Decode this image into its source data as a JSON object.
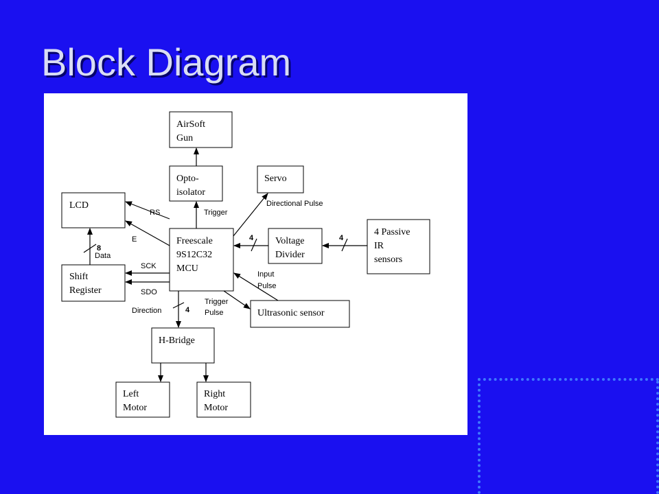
{
  "slide": {
    "title": "Block Diagram"
  },
  "blocks": {
    "airsoft_gun": [
      "AirSoft",
      "Gun"
    ],
    "opto_isolator": [
      "Opto-",
      "isolator"
    ],
    "servo": [
      "Servo"
    ],
    "lcd": [
      "LCD"
    ],
    "mcu": [
      "Freescale",
      "9S12C32",
      "MCU"
    ],
    "voltage_divider": [
      "Voltage",
      "Divider"
    ],
    "ir_sensors": [
      "4 Passive",
      "IR",
      "sensors"
    ],
    "shift_register": [
      "Shift",
      "Register"
    ],
    "ultrasonic_sensor": [
      "Ultrasonic sensor"
    ],
    "h_bridge": [
      "H-Bridge"
    ],
    "left_motor": [
      "Left",
      "Motor"
    ],
    "right_motor": [
      "Right",
      "Motor"
    ]
  },
  "edge_labels": {
    "rs": "RS",
    "e": "E",
    "trigger": "Trigger",
    "directional_pulse": "Directional Pulse",
    "bus_width_vd_mcu": "4",
    "bus_width_ir_vd": "4",
    "bus_width_shift_lcd": "8",
    "data": "Data",
    "sck": "SCK",
    "sdo": "SDO",
    "input_pulse": [
      "Input",
      "Pulse"
    ],
    "trigger_pulse": [
      "Trigger",
      "Pulse"
    ],
    "direction": "Direction",
    "bus_width_direction": "4"
  }
}
